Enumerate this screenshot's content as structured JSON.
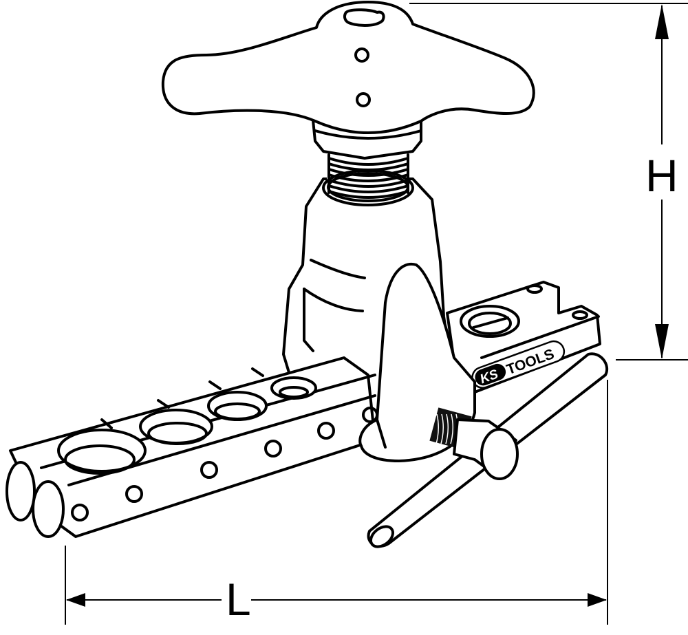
{
  "figure": {
    "subject": "flaring tool with clamping bar and T-handle",
    "line_color": "#000000",
    "background": "#ffffff"
  },
  "brand": {
    "logo_ks": "KS",
    "logo_tools": "TOOLS",
    "logo_registered": "®"
  },
  "dimensions": {
    "height_label": "H",
    "length_label": "L"
  }
}
